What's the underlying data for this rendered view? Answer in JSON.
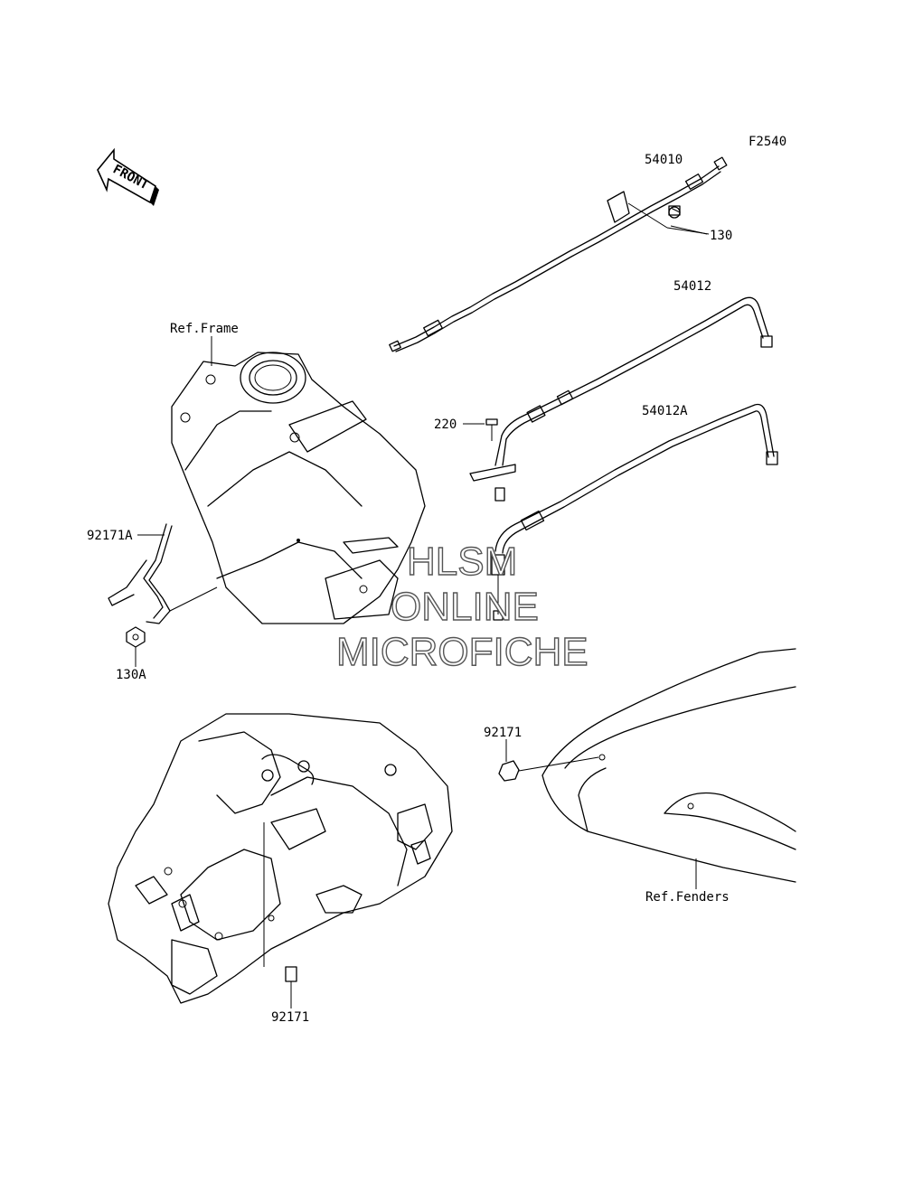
{
  "figure_code": "F2540",
  "front_label": "FRONT",
  "parts": {
    "p54010": "54010",
    "p130": "130",
    "p54012": "54012",
    "p220": "220",
    "p54012A": "54012A",
    "p92171A": "92171A",
    "p130A": "130A",
    "p92171_right": "92171",
    "p92171_bottom": "92171"
  },
  "refs": {
    "frame": "Ref.Frame",
    "fenders": "Ref.Fenders"
  },
  "watermark": {
    "line1": "HLSM",
    "line2": "ONLINE",
    "line3": "MICROFICHE"
  }
}
